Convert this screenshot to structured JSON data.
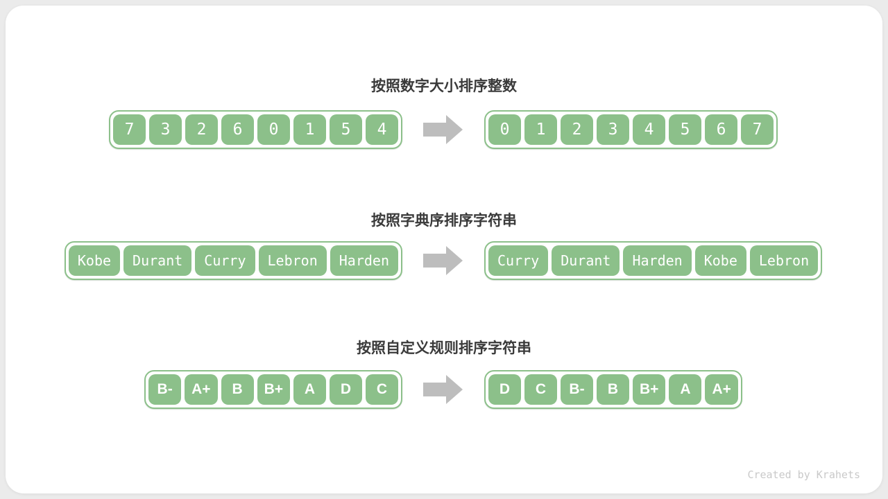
{
  "colors": {
    "page_background": "#ebebeb",
    "card_background": "#ffffff",
    "cell_fill": "#8cc08a",
    "container_border": "#8cc08a",
    "cell_text": "#ffffff",
    "arrow": "#bdbdbd",
    "title_text": "#3a3a3a",
    "credit_text": "#c9c9c9"
  },
  "sections": [
    {
      "title": "按照数字大小排序整数",
      "style": "digits",
      "before": [
        "7",
        "3",
        "2",
        "6",
        "0",
        "1",
        "5",
        "4"
      ],
      "after": [
        "0",
        "1",
        "2",
        "3",
        "4",
        "5",
        "6",
        "7"
      ]
    },
    {
      "title": "按照字典序排序字符串",
      "style": "words",
      "before": [
        "Kobe",
        "Durant",
        "Curry",
        "Lebron",
        "Harden"
      ],
      "after": [
        "Curry",
        "Durant",
        "Harden",
        "Kobe",
        "Lebron"
      ]
    },
    {
      "title": "按照自定义规则排序字符串",
      "style": "grades",
      "before": [
        "B-",
        "A+",
        "B",
        "B+",
        "A",
        "D",
        "C"
      ],
      "after": [
        "D",
        "C",
        "B-",
        "B",
        "B+",
        "A",
        "A+"
      ]
    }
  ],
  "footer": {
    "credit": "Created by Krahets"
  }
}
